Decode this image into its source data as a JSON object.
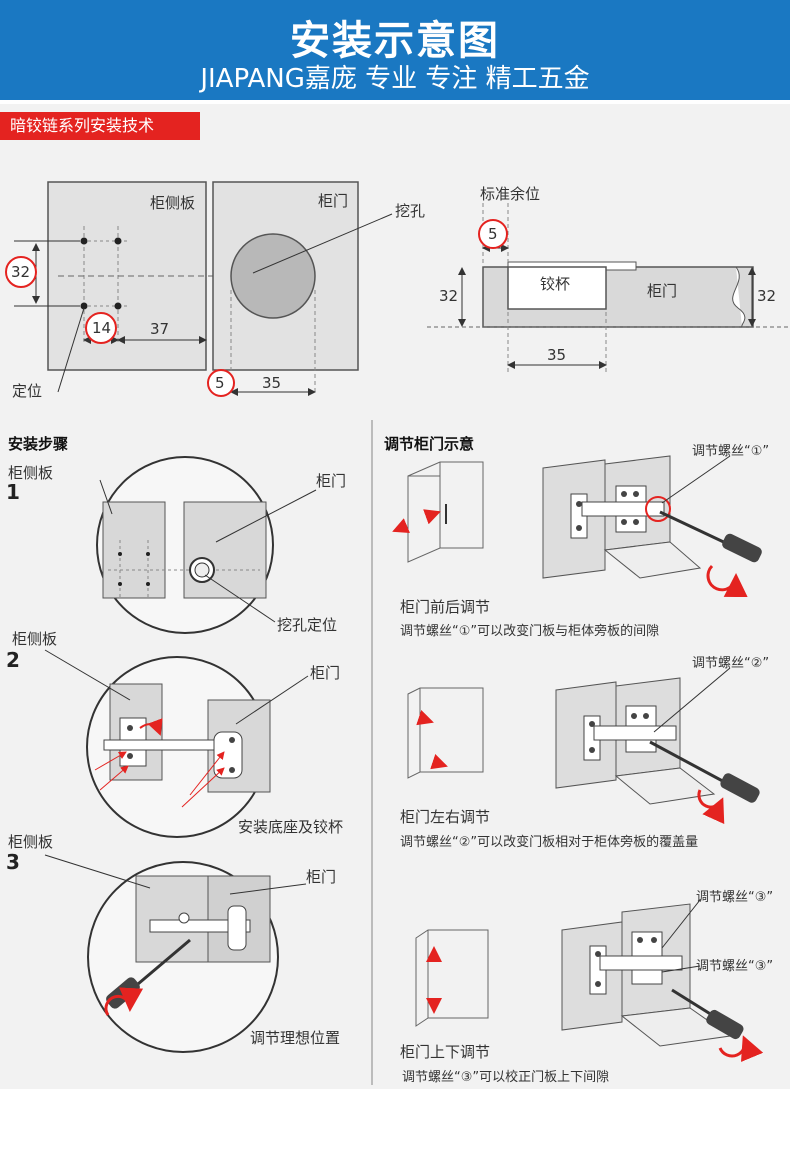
{
  "header": {
    "title": "安装示意图",
    "subtitle": "JIAPANG嘉庞 专业 专注 精工五金"
  },
  "section_tag": "暗铰链系列安装技术",
  "top_diagram": {
    "label_cabinet_side": "柜侧板",
    "label_door": "柜门",
    "label_drill": "挖孔",
    "label_position": "定位",
    "dim_32": "32",
    "dim_14": "14",
    "dim_37": "37",
    "dim_5": "5",
    "dim_35": "35"
  },
  "side_diagram": {
    "label_margin": "标准余位",
    "label_cup": "铰杯",
    "label_door": "柜门",
    "dim_5": "5",
    "dim_32_left": "32",
    "dim_32_right": "32",
    "dim_35": "35"
  },
  "install_steps": {
    "heading": "安装步骤",
    "step1": {
      "num": "1",
      "label_side": "柜侧板",
      "label_door": "柜门",
      "label_action": "挖孔定位"
    },
    "step2": {
      "num": "2",
      "label_side": "柜侧板",
      "label_door": "柜门",
      "label_action": "安装底座及铰杯"
    },
    "step3": {
      "num": "3",
      "label_side": "柜侧板",
      "label_door": "柜门",
      "label_action": "调节理想位置"
    }
  },
  "adjust": {
    "heading": "调节柜门示意",
    "a1": {
      "screw_label": "调节螺丝“①”",
      "title": "柜门前后调节",
      "desc": "调节螺丝“①”可以改变门板与柜体旁板的间隙"
    },
    "a2": {
      "screw_label": "调节螺丝“②”",
      "title": "柜门左右调节",
      "desc": "调节螺丝“②”可以改变门板相对于柜体旁板的覆盖量"
    },
    "a3": {
      "screw_label_1": "调节螺丝“③”",
      "screw_label_2": "调节螺丝“③”",
      "title": "柜门上下调节",
      "desc": "调节螺丝“③”可以校正门板上下间隙"
    }
  }
}
